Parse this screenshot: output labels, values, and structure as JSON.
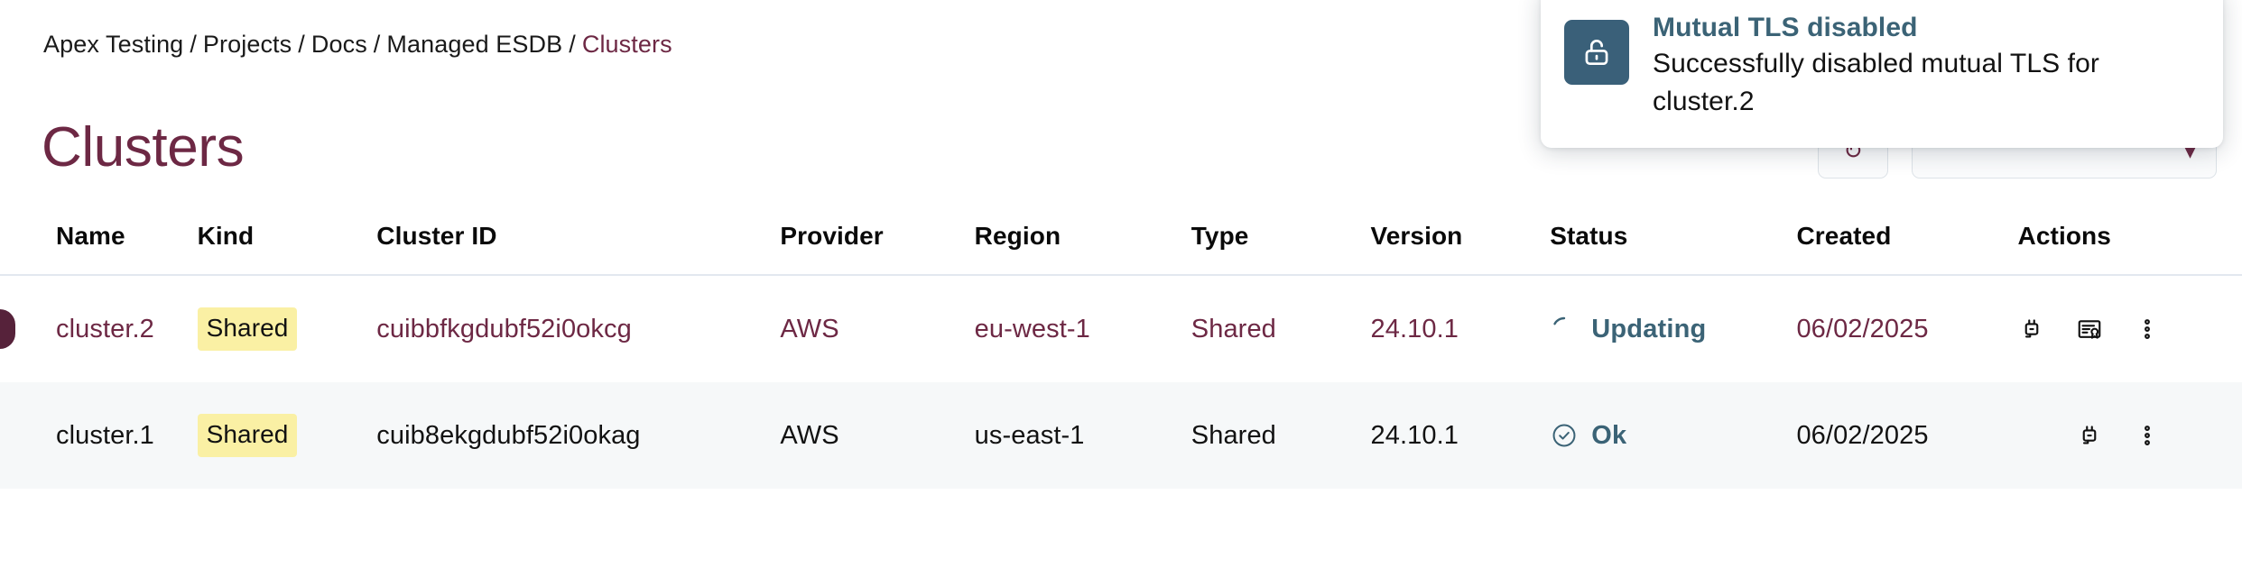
{
  "breadcrumb": {
    "separator": "/",
    "items": [
      {
        "label": "Apex Testing",
        "current": false
      },
      {
        "label": "Projects",
        "current": false
      },
      {
        "label": "Docs",
        "current": false
      },
      {
        "label": "Managed ESDB",
        "current": false
      },
      {
        "label": "Clusters",
        "current": true
      }
    ]
  },
  "page": {
    "title": "Clusters"
  },
  "toolbar": {
    "refresh_glyph": "↻",
    "filter_glyph": "▾",
    "square_button_label": "",
    "wide_button_label": ""
  },
  "table": {
    "columns": [
      "Name",
      "Kind",
      "Cluster ID",
      "Provider",
      "Region",
      "Type",
      "Version",
      "Status",
      "Created",
      "Actions"
    ],
    "rows": [
      {
        "name": "cluster.2",
        "kind": "Shared",
        "cluster_id": "cuibbfkgdubf52i0okcg",
        "provider": "AWS",
        "region": "eu-west-1",
        "type": "Shared",
        "version": "24.10.1",
        "status": "Updating",
        "status_icon": "spinner-icon",
        "created": "06/02/2025",
        "actions": [
          "plug-icon",
          "certificate-icon",
          "more-vertical-icon"
        ],
        "hovered": true
      },
      {
        "name": "cluster.1",
        "kind": "Shared",
        "cluster_id": "cuib8ekgdubf52i0okag",
        "provider": "AWS",
        "region": "us-east-1",
        "type": "Shared",
        "version": "24.10.1",
        "status": "Ok",
        "status_icon": "check-circle-icon",
        "created": "06/02/2025",
        "actions": [
          "plug-icon",
          "more-vertical-icon"
        ],
        "hovered": false
      }
    ]
  },
  "toast": {
    "icon": "unlock-icon",
    "title": "Mutual TLS disabled",
    "message": "Successfully disabled mutual TLS for cluster.2"
  },
  "colors": {
    "brand_maroon": "#6d2844",
    "indicator_maroon": "#56223a",
    "status_teal": "#3b6376",
    "toast_icon_bg": "#3a6079",
    "badge_yellow": "#faf0a4",
    "row_alt_bg": "#f6f8f9",
    "header_rule": "#e2e8ef"
  }
}
